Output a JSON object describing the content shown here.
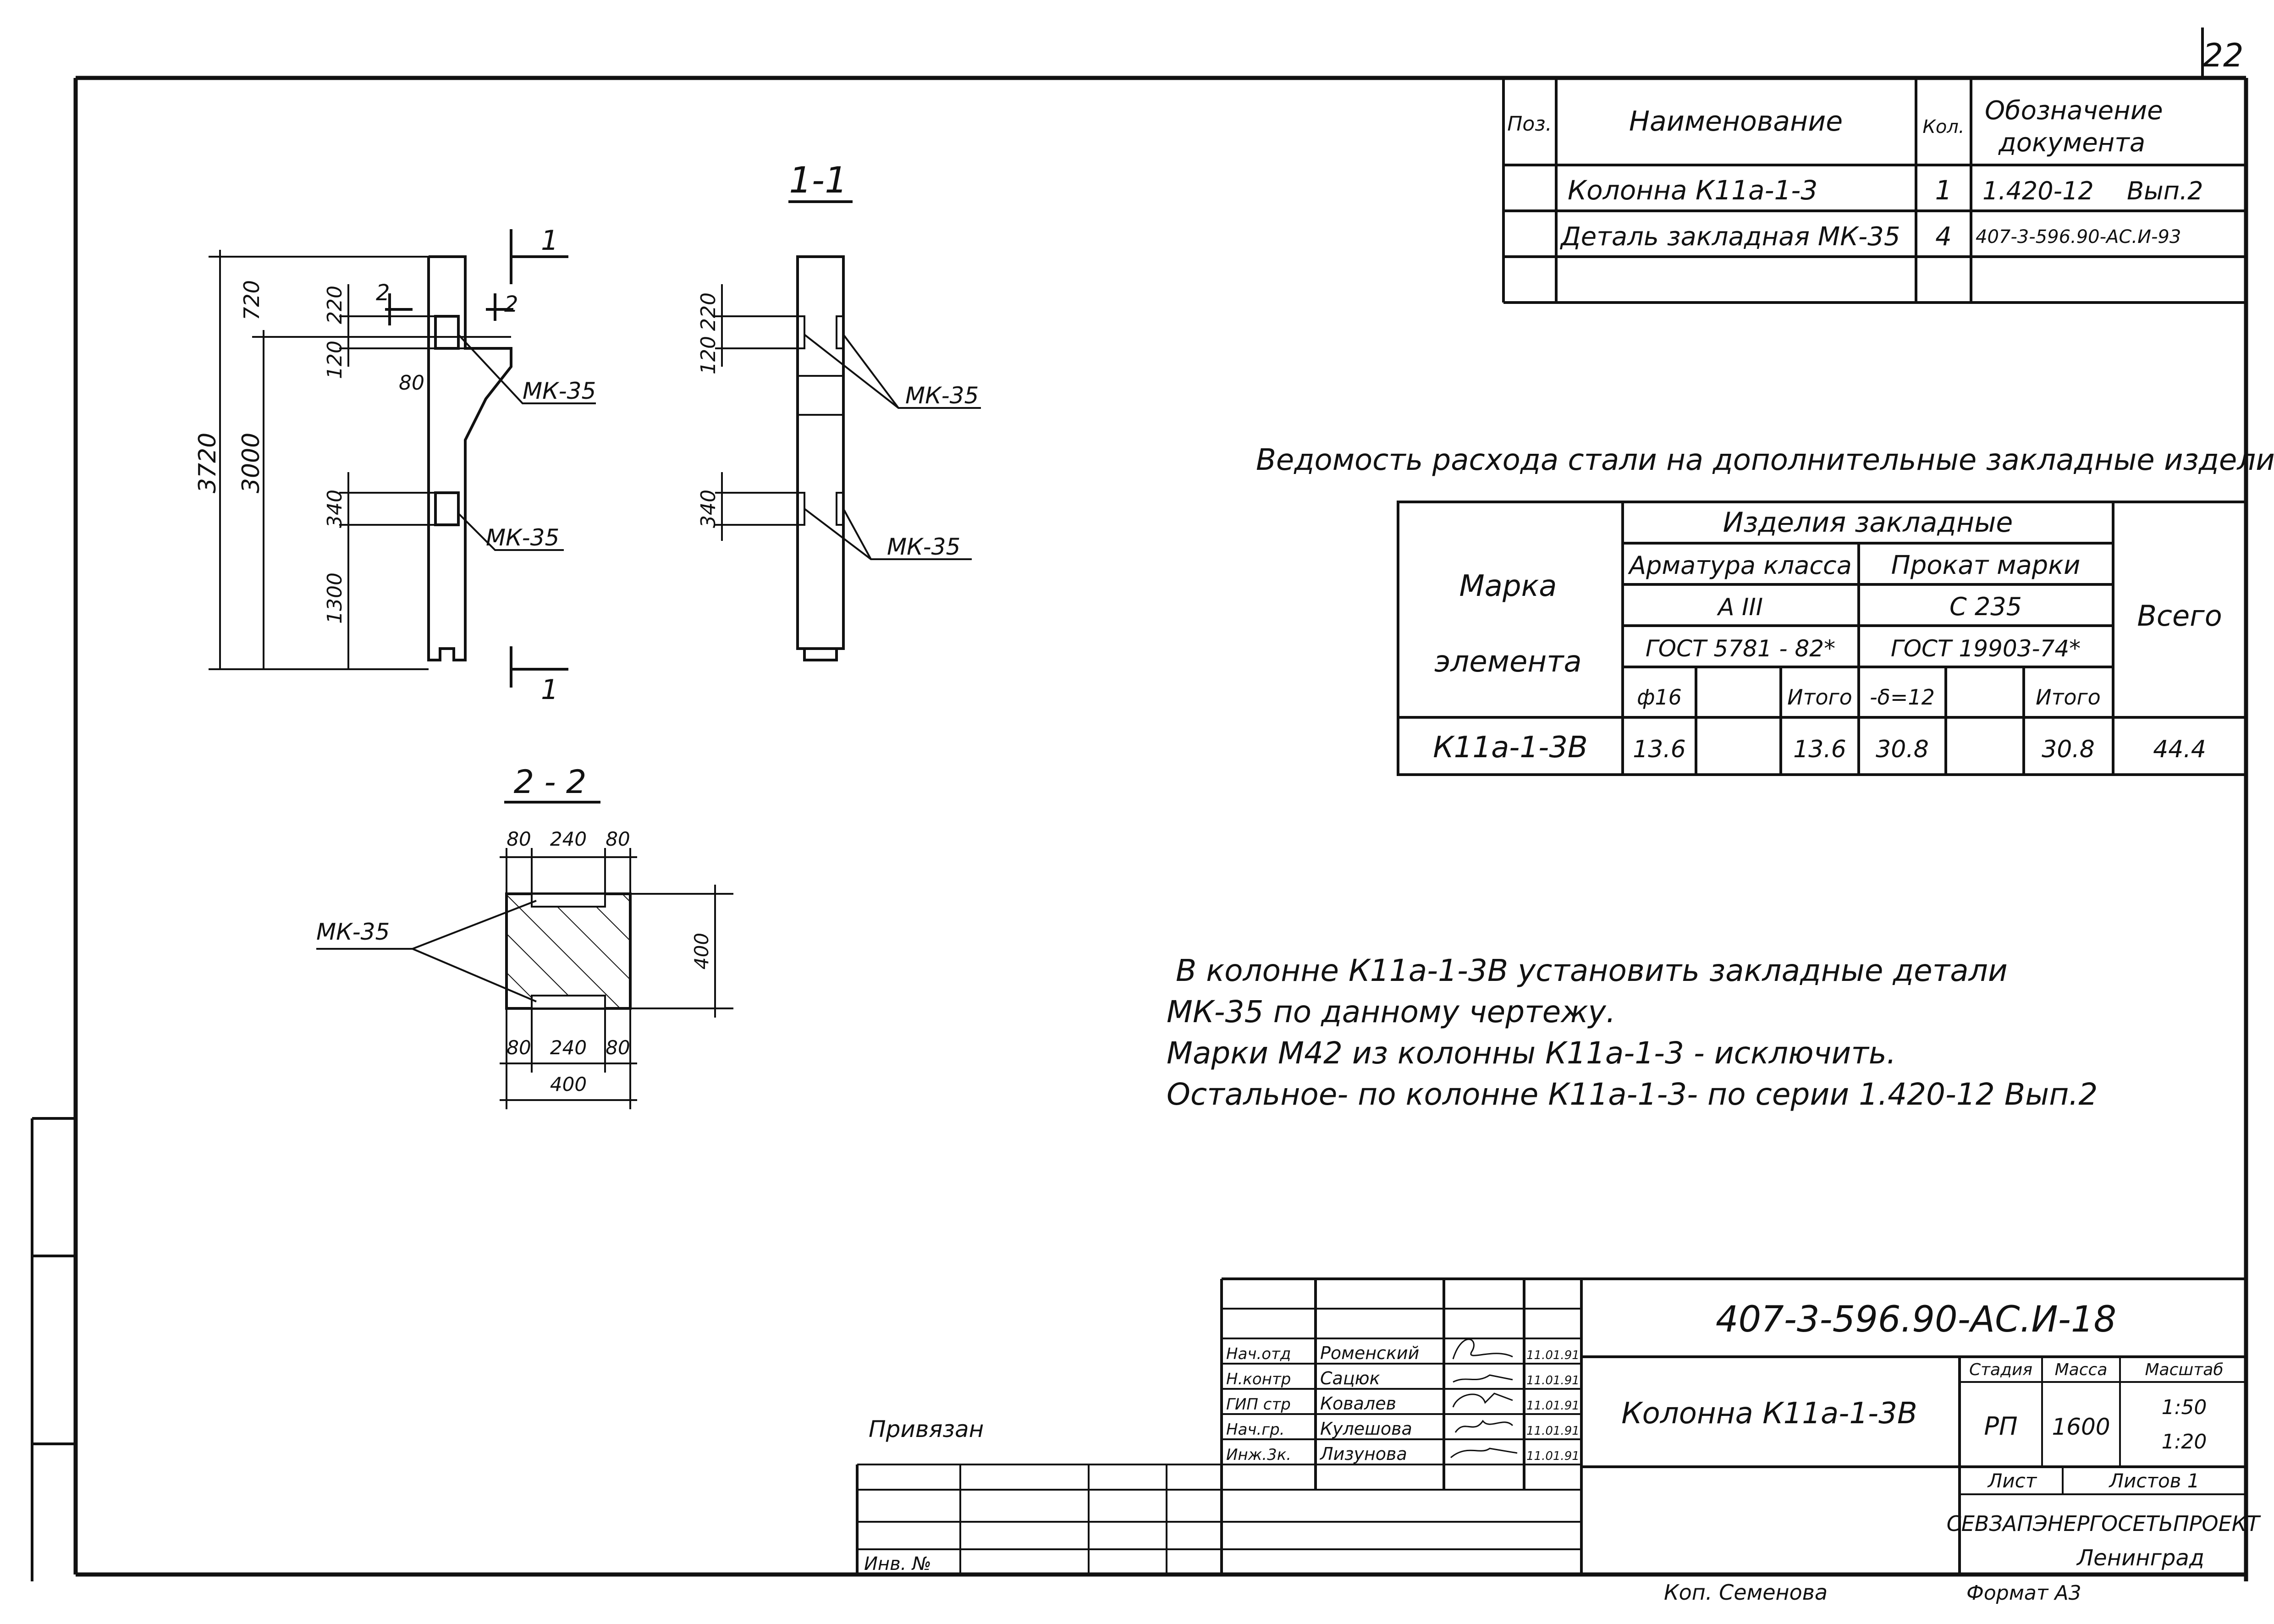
{
  "page_number": "22",
  "spec_table": {
    "headers": {
      "pos": "Поз.",
      "name": "Наименование",
      "qty": "Кол.",
      "doc_line1": "Обозначение",
      "doc_line2": "документа"
    },
    "rows": [
      {
        "name": "Колонна К11а-1-3",
        "qty": "1",
        "doc": "1.420-12",
        "issue": "Вып.2"
      },
      {
        "name": "Деталь закладная МК-35",
        "qty": "4",
        "doc": "407-3-596.90-АС.И-93"
      }
    ]
  },
  "drawing": {
    "section_1_1": "1-1",
    "section_2_2": "2 - 2",
    "cut_mark": "1",
    "cut_mark_2": "2",
    "part_label": "МК-35",
    "elevation_dims": {
      "d3720": "3720",
      "d3000": "3000",
      "d720": "720",
      "d220": "220",
      "d120": "120",
      "d80": "80",
      "d340": "340",
      "d1300": "1300"
    },
    "section_dims": {
      "d220": "220",
      "d120": "120",
      "d340": "340"
    },
    "plan_dims": {
      "d80a": "80",
      "d240": "240",
      "d80b": "80",
      "d400": "400",
      "d400_side": "400"
    }
  },
  "steel_table": {
    "title": "Ведомость расхода стали на дополнительные закладные изделия, кг.",
    "mark_l1": "Марка",
    "mark_l2": "элемента",
    "group": "Изделия закладные",
    "rebar_class": "Арматура класса",
    "rolled_mark": "Прокат марки",
    "a3": "А III",
    "c235": "С 235",
    "gost1": "ГОСТ 5781 - 82*",
    "gost2": "ГОСТ 19903-74*",
    "phi16": "ф16",
    "itogo": "Итого",
    "delta": "-δ=12",
    "total": "Всего",
    "row": {
      "mark": "К11а-1-3В",
      "phi16": "13.6",
      "itogo1": "13.6",
      "delta": "30.8",
      "itogo2": "30.8",
      "total": "44.4"
    }
  },
  "notes": [
    "В колонне К11а-1-3В установить закладные детали",
    "МК-35 по данному чертежу.",
    "Марки М42 из колонны К11а-1-3 - исключить.",
    "Остальное- по колонне К11а-1-3- по серии 1.420-12 Вып.2"
  ],
  "title_block": {
    "code": "407-3-596.90-АС.И-18",
    "item_name": "Колонна К11а-1-3В",
    "stage_h": "Стадия",
    "mass_h": "Масса",
    "scale_h": "Масштаб",
    "stage": "РП",
    "mass": "1600",
    "scale1": "1:50",
    "scale2": "1:20",
    "sheet_h": "Лист",
    "sheets_h": "Листов 1",
    "org": "СЕВЗАПЭНЕРГОСЕТЬПРОЕКТ",
    "city": "Ленинград",
    "privyazan": "Привязан",
    "inv": "Инв. №",
    "copied": "Коп. Семенова",
    "format": "Формат А3",
    "signatures": [
      {
        "role": "Нач.отд",
        "name": "Роменский",
        "date": "11.01.91"
      },
      {
        "role": "Н.контр",
        "name": "Сацюк",
        "date": "11.01.91"
      },
      {
        "role": "ГИП стр",
        "name": "Ковалев",
        "date": "11.01.91"
      },
      {
        "role": "Нач.гр.",
        "name": "Кулешова",
        "date": "11.01.91"
      },
      {
        "role": "Инж.3к.",
        "name": "Лизунова",
        "date": "11.01.91"
      }
    ]
  }
}
